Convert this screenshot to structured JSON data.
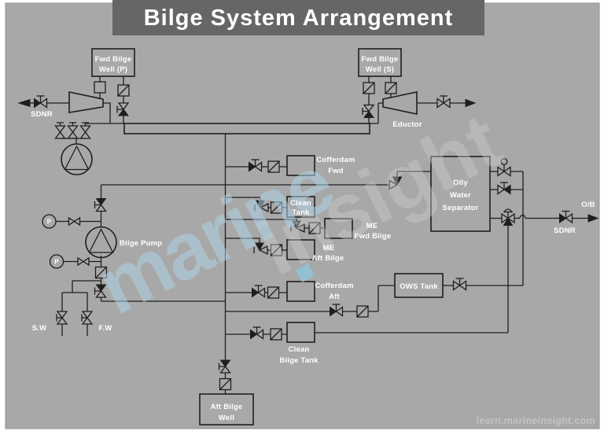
{
  "title": "Bilge System Arrangement",
  "footer": {
    "url": "learn.marineinsight.com"
  },
  "watermark": {
    "word1": "marine",
    "word2": "insight"
  },
  "colors": {
    "background": "#a8a8a8",
    "line": "#1e1e1e",
    "title_bar": "#666666",
    "label_text": "#ffffff",
    "watermark_blue": "#aed3e6",
    "watermark_gray": "#cdcdcd",
    "url_text": "#c3c3c3"
  },
  "boxes": {
    "fwd_bilge_well_p": {
      "line1": "Fwd Bilge",
      "line2": "Well (P)"
    },
    "fwd_bilge_well_s": {
      "line1": "Fwd Bilge",
      "line2": "Well (S)"
    },
    "clean_tank": {
      "line1": "Clean",
      "line2": "Tank"
    },
    "oily_water_separator": {
      "line1": "Oily",
      "line2": "Water",
      "line3": "Separator"
    },
    "ows_tank": {
      "label": "OWS Tank"
    },
    "aft_bilge_well": {
      "line1": "Aft Bilge",
      "line2": "Well"
    },
    "clean_bilge_tank": {
      "line1": "Clean",
      "line2": "Bilge Tank"
    },
    "cofferdam_fwd": {
      "line1": "Cofferdam",
      "line2": "Fwd"
    },
    "cofferdam_aft": {
      "line1": "Cofferdam",
      "line2": "Aft"
    },
    "me_fwd_bilge": {
      "line1": "ME",
      "line2": "Fwd Bilge"
    },
    "me_aft_bilge": {
      "line1": "ME",
      "line2": "Aft Bilge"
    }
  },
  "labels": {
    "sdnr_port": "SDNR",
    "sdnr_overboard": "SDNR",
    "eductor": "Eductor",
    "bilge_pump": "Bilge Pump",
    "sea_water": "S.W",
    "fresh_water": "F.W",
    "overboard": "O/B",
    "pressure_gauge": "P"
  }
}
